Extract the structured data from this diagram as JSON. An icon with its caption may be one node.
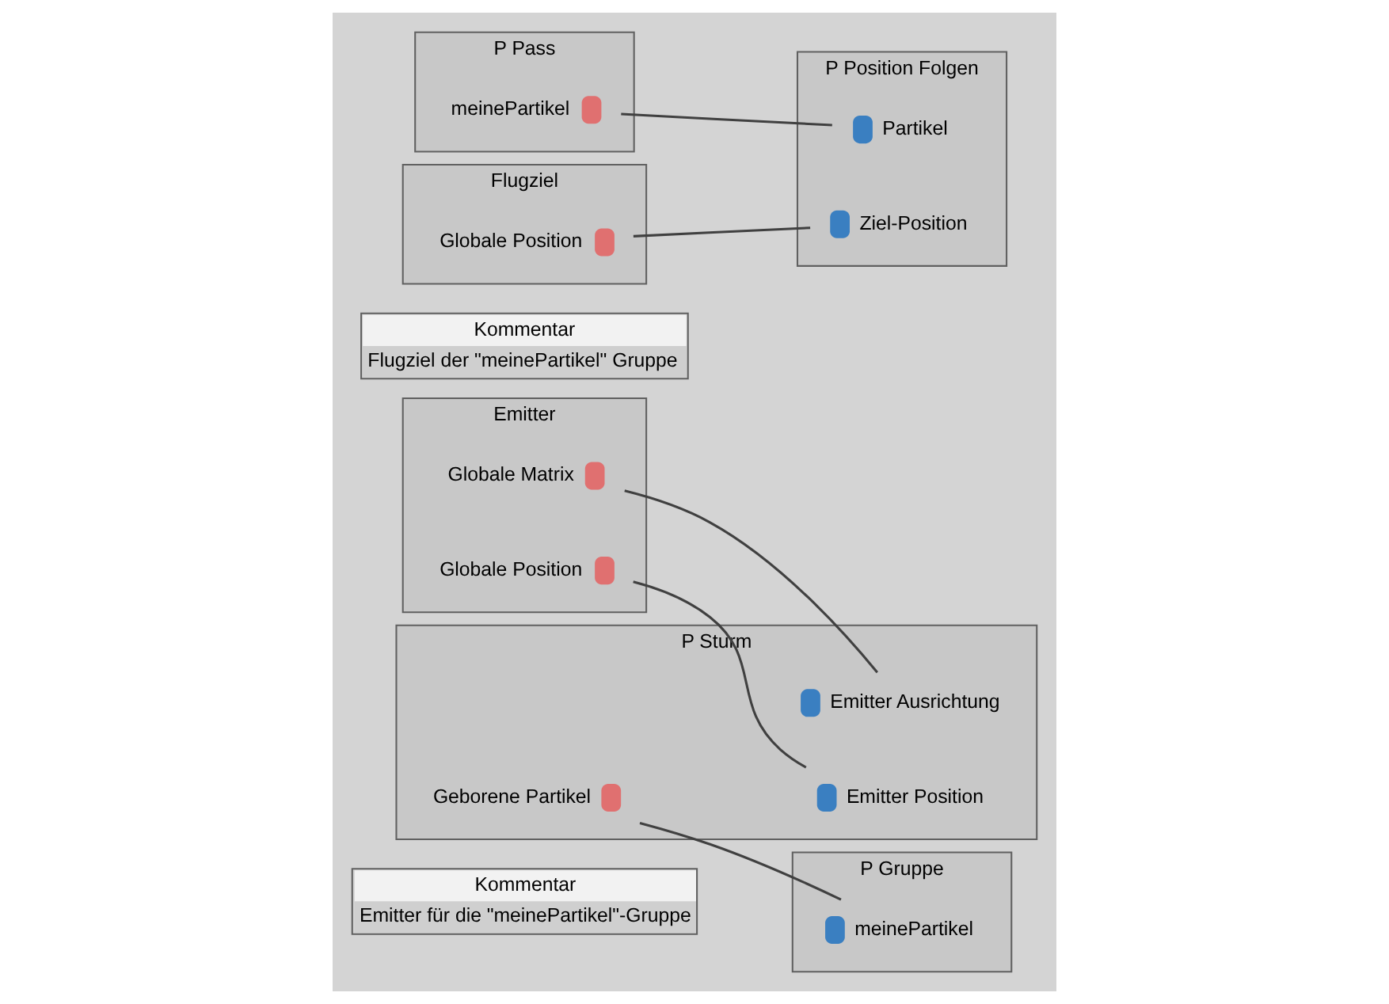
{
  "diagram": {
    "nodes": [
      {
        "text": [
          "Kommentar",
          "Emitter für die \"meinePartikel\"-Gruppe"
        ]
      },
      {
        "text": [
          "Emitter"
        ]
      },
      {
        "text": [
          "Globale Matrix"
        ],
        "in": 1
      },
      {
        "text": [
          "Globale Position"
        ],
        "in": 1
      },
      {
        "text": [
          "P Sturm"
        ]
      },
      {
        "text": [
          "Emitter Ausrichtung"
        ],
        "in": 4
      },
      {
        "text": [
          "Emitter Position"
        ],
        "in": 4
      },
      {
        "text": [
          "Geborene Partikel"
        ],
        "in": 4
      },
      {
        "text": [
          "P Gruppe"
        ]
      },
      {
        "text": [
          "meinePartikel"
        ],
        "in": 8
      },
      {
        "text": [
          "Kommentar",
          "Flugziel der \"meinePartikel\" Gruppe"
        ]
      },
      {
        "text": [
          "P Pass"
        ]
      },
      {
        "text": [
          "meinePartikel"
        ],
        "in": 11
      },
      {
        "text": [
          "P Position Folgen"
        ]
      },
      {
        "text": [
          "Partikel"
        ],
        "in": 13
      },
      {
        "text": [
          "Ziel-Position"
        ],
        "in": 13
      },
      {
        "text": [
          "Flugziel"
        ]
      },
      {
        "text": [
          "Globale Position"
        ],
        "in": 16
      }
    ],
    "edges": [
      {
        "from": 2,
        "to": 5,
        "arrow": "none"
      },
      {
        "from": 3,
        "to": 6,
        "arrow": "none"
      },
      {
        "from": 7,
        "to": 9,
        "arrow": "none"
      },
      {
        "from": 12,
        "to": 14,
        "arrow": "none"
      },
      {
        "from": 17,
        "to": 15,
        "arrow": "none"
      }
    ]
  }
}
